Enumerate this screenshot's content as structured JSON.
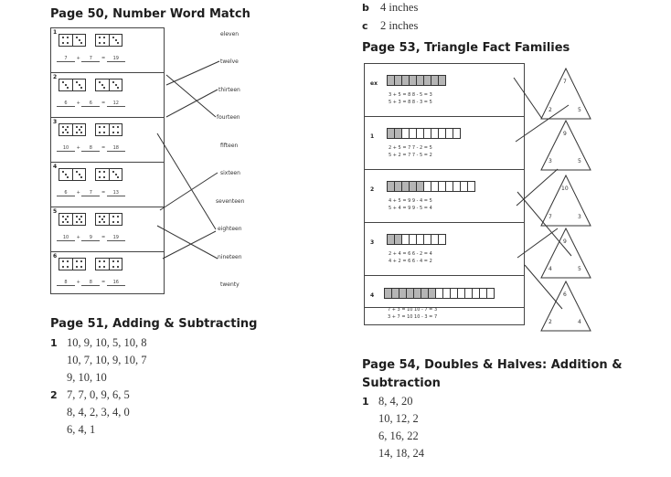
{
  "top_answers": [
    {
      "letter": "b",
      "text": "4 inches"
    },
    {
      "letter": "c",
      "text": "2 inches"
    }
  ],
  "page50": {
    "title": "Page 50, Number Word Match",
    "rows": [
      {
        "n": "1",
        "a": "7",
        "b": "7",
        "c": "19"
      },
      {
        "n": "2",
        "a": "6",
        "b": "6",
        "c": "12"
      },
      {
        "n": "3",
        "a": "10",
        "b": "8",
        "c": "18"
      },
      {
        "n": "4",
        "a": "6",
        "b": "7",
        "c": "13"
      },
      {
        "n": "5",
        "a": "10",
        "b": "9",
        "c": "19"
      },
      {
        "n": "6",
        "a": "8",
        "b": "8",
        "c": "16"
      }
    ],
    "words": [
      "eleven",
      "twelve",
      "thirteen",
      "fourteen",
      "fifteen",
      "sixteen",
      "seventeen",
      "eighteen",
      "nineteen",
      "twenty"
    ]
  },
  "page51": {
    "title": "Page 51, Adding & Subtracting",
    "q1_num": "1",
    "q1": [
      "10, 9, 10, 5, 10, 8",
      "10, 7, 10, 9, 10, 7",
      "9, 10, 10"
    ],
    "q2_num": "2",
    "q2": [
      "7, 7, 0, 9, 6, 5",
      "8, 4, 2, 3, 4, 0",
      "6, 4, 1"
    ]
  },
  "page53": {
    "title": "Page 53, Triangle Fact Families",
    "rows": [
      {
        "n": "ex",
        "l1": "3 + 5 = 8     8 - 5 = 3",
        "l2": "5 + 3 = 8     8 - 3 = 5"
      },
      {
        "n": "1",
        "l1": "2 + 5 = 7     7 - 2 = 5",
        "l2": "5 + 2 = 7     7 - 5 = 2"
      },
      {
        "n": "2",
        "l1": "4 + 5 = 9     9 - 4 = 5",
        "l2": "5 + 4 = 9     9 - 5 = 4"
      },
      {
        "n": "3",
        "l1": "2 + 4 = 6     6 - 2 = 4",
        "l2": "4 + 2 = 6     6 - 4 = 2"
      },
      {
        "n": "4",
        "l1": "7 + 3 = 10    10 - 7 = 3",
        "l2": "3 + 7 = 10    10 - 3 = 7"
      }
    ],
    "triangles": [
      {
        "top": "7",
        "left": "2",
        "right": "5"
      },
      {
        "top": "9",
        "left": "3",
        "right": "5"
      },
      {
        "top": "10",
        "left": "7",
        "right": "3"
      },
      {
        "top": "9",
        "left": "4",
        "right": "5"
      },
      {
        "top": "6",
        "left": "2",
        "right": "4"
      }
    ]
  },
  "page54": {
    "title": "Page 54, Doubles & Halves: Addition & Subtraction",
    "q1_num": "1",
    "q1": [
      "8, 4, 20",
      "10, 12, 2",
      "6, 16, 22",
      "14, 18, 24"
    ]
  }
}
